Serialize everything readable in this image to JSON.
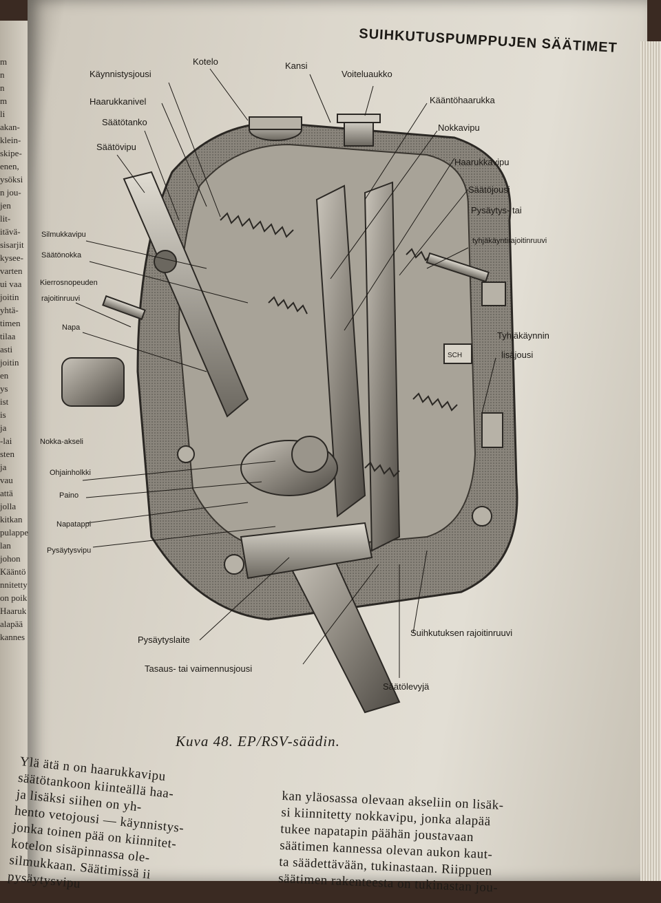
{
  "header": {
    "title": "SUIHKUTUSPUMPPUJEN SÄÄTIMET"
  },
  "figure": {
    "caption": "Kuva 48. EP/RSV-säädin.",
    "labels": [
      "Käynnistysjousi",
      "Kotelo",
      "Kansi",
      "Voiteluaukko",
      "Haarukkanivel",
      "Kääntöhaarukka",
      "Säätötanko",
      "Nokkavipu",
      "Säätövipu",
      "Haarukkavipu",
      "Säätöjousi",
      "Pysäytys- tai",
      "tyhjäkäyntirajoitinruuvi",
      "Silmukkavipu",
      "Säätönokka",
      "Kierrosnopeuden",
      "rajoitinruuvi",
      "Napa",
      "Tyhjäkäynnin",
      "lisäjousi",
      "Nokka-akseli",
      "Ohjainholkki",
      "Paino",
      "Napatappi",
      "Pysäytysvipu",
      "Pysäytyslaite",
      "Suihkutuksen rajoitinruuvi",
      "Tasaus- tai vaimennusjousi",
      "Säätölevyjä"
    ]
  },
  "left_column": [
    "Ylä ätä n on haarukkavipu",
    "säätötankoon kiinteällä haa-",
    "ja lisäksi siihen on yh-",
    "hento vetojousi — käynnistys-",
    "jonka toinen pää on kiinnitet-",
    "kotelon sisäpinnassa ole-",
    "silmukkaan. Säätimissä ii",
    "pysäytysvipu"
  ],
  "right_column": [
    "kan yläosassa olevaan akseliin on lisäk-",
    "si kiinnitetty nokkavipu, jonka alapää",
    "tukee napatapin päähän joustavaan",
    "säätimen kannessa olevan aukon kaut-",
    "ta säädettävään, tukinastaan. Riippuen",
    "säätimen rakenteesta on tukinastan jou-"
  ],
  "margin_text": [
    "m",
    "n",
    "n",
    "m",
    "li",
    "akan-",
    "klein-",
    "skipe-",
    "enen,",
    "ysöksi",
    "n jou-",
    "jen",
    "lit-",
    "itävä-",
    "sisarjit",
    "kysee-",
    "varten",
    "ui vaa",
    "joitin",
    "yhtä-",
    "timen",
    "tilaa",
    "asti",
    "joitin",
    "en",
    "ys",
    "ist",
    "is",
    "ja",
    "-lai",
    "sten",
    "ja",
    "vau",
    "attä",
    "jolla",
    "kitkan",
    "pulappe",
    "lan",
    "johon",
    "Kääntö",
    "nnitetty",
    "on poik",
    "Haaruk",
    "alapää",
    "kannes"
  ]
}
